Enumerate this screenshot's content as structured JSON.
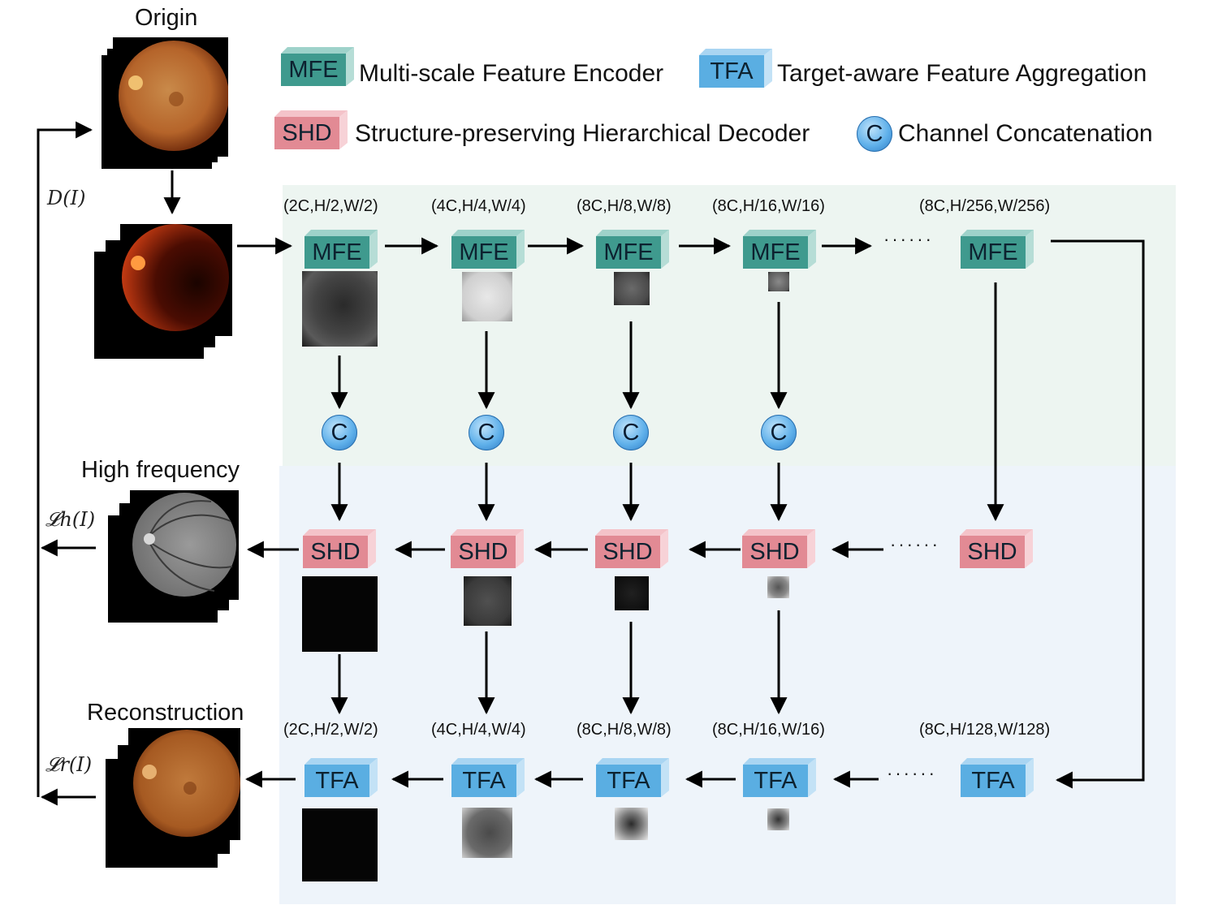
{
  "legend": {
    "mfe_tag": "MFE",
    "mfe_text": "Multi-scale Feature Encoder",
    "tfa_tag": "TFA",
    "tfa_text": "Target-aware Feature Aggregation",
    "shd_tag": "SHD",
    "shd_text": "Structure-preserving Hierarchical Decoder",
    "c_tag": "C",
    "c_text": "Channel Concatenation"
  },
  "images": {
    "origin_label": "Origin",
    "high_freq_label": "High frequency",
    "reconstruction_label": "Reconstruction"
  },
  "losses": {
    "degrade": "D(I)",
    "high": "𝓛h(I)",
    "recon": "𝓛r(I)"
  },
  "encoder": {
    "dims": [
      "(2C,H/2,W/2)",
      "(4C,H/4,W/4)",
      "(8C,H/8,W/8)",
      "(8C,H/16,W/16)",
      "(8C,H/256,W/256)"
    ],
    "block_label": "MFE"
  },
  "decoder": {
    "block_label": "SHD"
  },
  "aggregation": {
    "dims": [
      "(2C,H/2,W/2)",
      "(4C,H/4,W/4)",
      "(8C,H/8,W/8)",
      "(8C,H/16,W/16)",
      "(8C,H/128,W/128)"
    ],
    "block_label": "TFA"
  },
  "concat_label": "C",
  "ellipsis": "······",
  "colors": {
    "mfe": "#3f9a8e",
    "shd": "#e28a94",
    "tfa": "#5aaee2",
    "encoder_panel": "#edf5f1",
    "decoder_panel": "#eef4fa",
    "fundus_orange": "#b5642a",
    "degraded_red": "#a52a0e"
  }
}
